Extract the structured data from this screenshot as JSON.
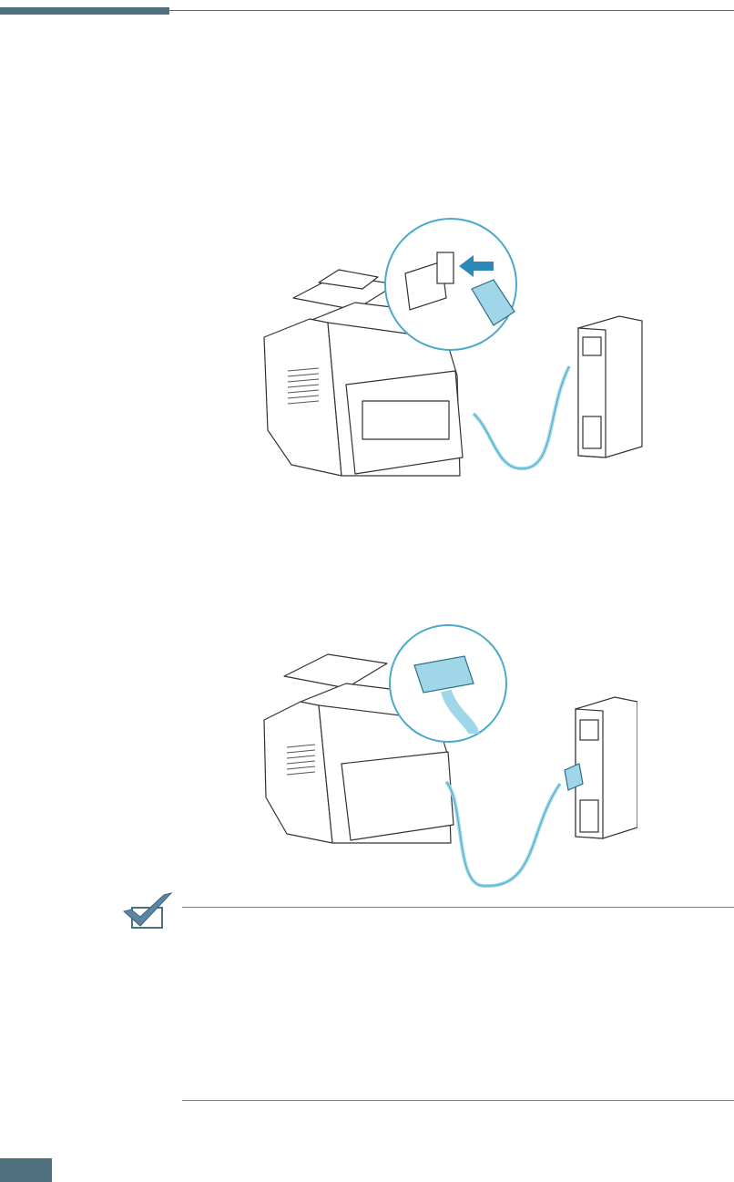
{
  "page": {
    "header_bar_color": "#4f6f7f",
    "cable_color": "#9fd7e8"
  },
  "figures": [
    {
      "id": "usb",
      "icon": "usb-cable-connection-illustration"
    },
    {
      "id": "parallel",
      "icon": "parallel-cable-connection-illustration"
    }
  ],
  "note": {
    "icon": "checkmark-icon"
  }
}
